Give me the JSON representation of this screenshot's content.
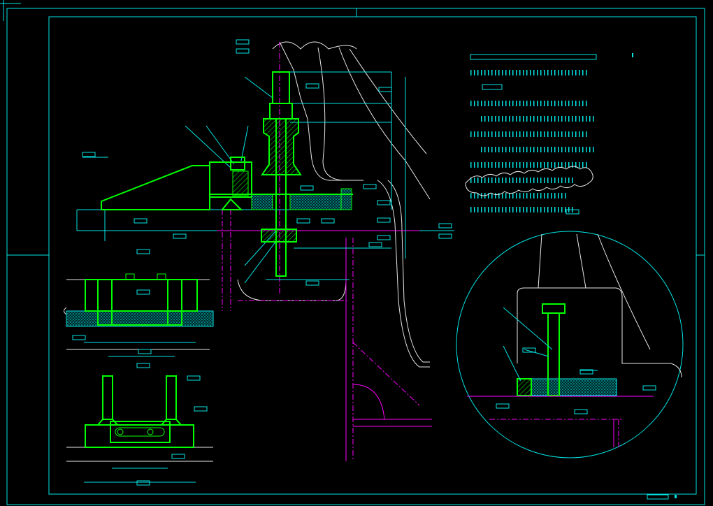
{
  "colors": {
    "background": "#000000",
    "frame": "#00e5e5",
    "part_outline": "#00ff00",
    "centerline": "#ff00ff",
    "reference_outline": "#e8e8e8"
  },
  "views": [
    "main-section-view",
    "side-view",
    "top-view",
    "detail-circle-view"
  ],
  "notes_line_count": 9
}
